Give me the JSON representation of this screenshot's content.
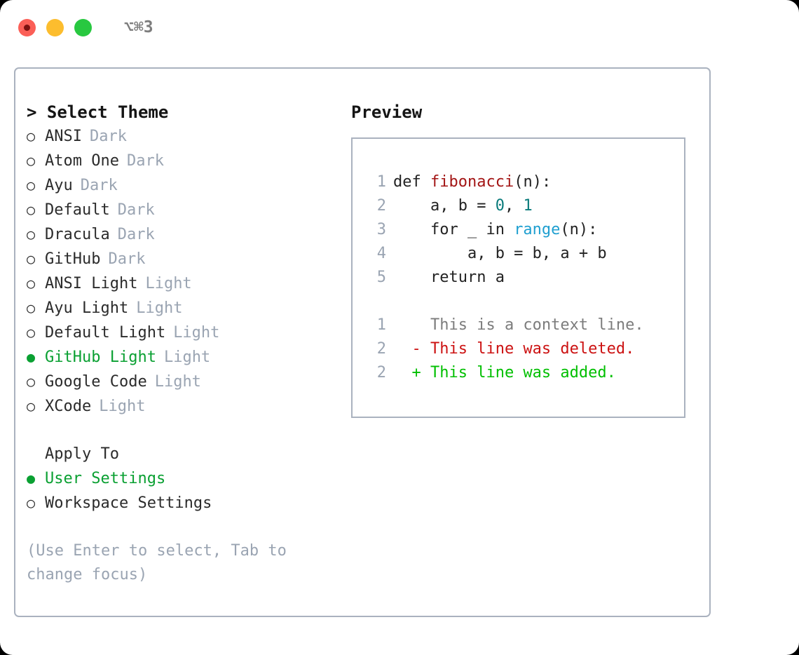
{
  "titlebar": {
    "shortcut": "⌥⌘3",
    "lights": [
      "close",
      "minimize",
      "zoom"
    ]
  },
  "left": {
    "heading": "> Select Theme",
    "bullet_selected": "●",
    "bullet_unselected": "○",
    "themes": [
      {
        "name": "ANSI",
        "tag": "Dark",
        "selected": false
      },
      {
        "name": "Atom One",
        "tag": "Dark",
        "selected": false
      },
      {
        "name": "Ayu",
        "tag": "Dark",
        "selected": false
      },
      {
        "name": "Default",
        "tag": "Dark",
        "selected": false
      },
      {
        "name": "Dracula",
        "tag": "Dark",
        "selected": false
      },
      {
        "name": "GitHub",
        "tag": "Dark",
        "selected": false
      },
      {
        "name": "ANSI Light",
        "tag": "Light",
        "selected": false
      },
      {
        "name": "Ayu Light",
        "tag": "Light",
        "selected": false
      },
      {
        "name": "Default Light",
        "tag": "Light",
        "selected": false
      },
      {
        "name": "GitHub Light",
        "tag": "Light",
        "selected": true
      },
      {
        "name": "Google Code",
        "tag": "Light",
        "selected": false
      },
      {
        "name": "XCode",
        "tag": "Light",
        "selected": false
      }
    ],
    "apply_to": {
      "title": "Apply To",
      "options": [
        {
          "name": "User Settings",
          "selected": true
        },
        {
          "name": "Workspace Settings",
          "selected": false
        }
      ]
    },
    "hint": "(Use Enter to select, Tab to change focus)"
  },
  "right": {
    "heading": "Preview",
    "code": [
      {
        "gutter": "1",
        "parts": [
          {
            "text": "def ",
            "style": "plain"
          },
          {
            "text": "fibonacci",
            "style": "fn"
          },
          {
            "text": "(n):",
            "style": "plain"
          }
        ]
      },
      {
        "gutter": "2",
        "parts": [
          {
            "text": "    a, b = ",
            "style": "plain"
          },
          {
            "text": "0",
            "style": "num"
          },
          {
            "text": ", ",
            "style": "plain"
          },
          {
            "text": "1",
            "style": "num"
          }
        ]
      },
      {
        "gutter": "3",
        "parts": [
          {
            "text": "    for _ in ",
            "style": "plain"
          },
          {
            "text": "range",
            "style": "call"
          },
          {
            "text": "(n):",
            "style": "plain"
          }
        ]
      },
      {
        "gutter": "4",
        "parts": [
          {
            "text": "        a, b = b, a + b",
            "style": "plain"
          }
        ]
      },
      {
        "gutter": "5",
        "parts": [
          {
            "text": "    return a",
            "style": "plain"
          }
        ]
      }
    ],
    "diff": [
      {
        "gutter": "1",
        "marker": "  ",
        "text": "  This is a context line.",
        "kind": "context"
      },
      {
        "gutter": "2",
        "marker": "- ",
        "text": "- This line was deleted.",
        "kind": "deleted"
      },
      {
        "gutter": "2",
        "marker": "+ ",
        "text": "+ This line was added.",
        "kind": "added"
      }
    ]
  },
  "colors": {
    "accent_green": "#0aa032",
    "muted_gray": "#9aa4b2",
    "border": "#aab2bf",
    "diff_add": "#00bf00",
    "diff_del": "#cc1212",
    "fn_red": "#a31515",
    "num_teal": "#0a7b7b",
    "call_blue": "#1f9fd0"
  }
}
